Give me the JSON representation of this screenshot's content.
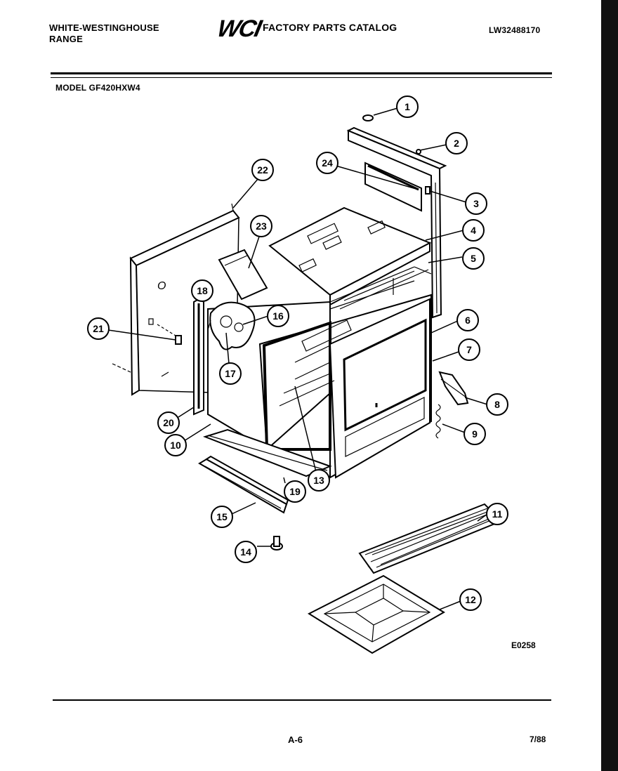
{
  "header": {
    "brand_line1": "WHITE-WESTINGHOUSE",
    "brand_line2": "RANGE",
    "logo": "WCI",
    "catalog_title": "FACTORY PARTS CATALOG",
    "doc_number": "LW32488170"
  },
  "model_label": "MODEL GF420HXW4",
  "figure_code": "E0258",
  "footer": {
    "page_number": "A-6",
    "date_code": "7/88"
  },
  "callouts": [
    "1",
    "2",
    "3",
    "4",
    "5",
    "6",
    "7",
    "8",
    "9",
    "10",
    "11",
    "12",
    "13",
    "14",
    "15",
    "16",
    "17",
    "18",
    "19",
    "20",
    "21",
    "22",
    "23",
    "24"
  ]
}
